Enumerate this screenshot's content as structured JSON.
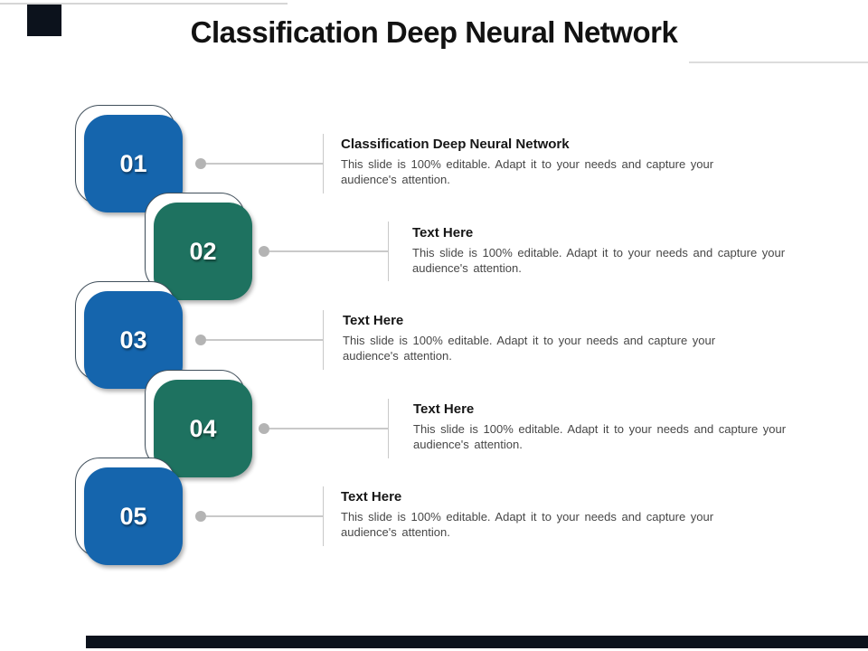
{
  "title": "Classification Deep Neural Network",
  "colors": {
    "blue": "#1565ad",
    "teal": "#1e7260",
    "outline": "#41505c",
    "connector": "#c9c9c9",
    "dot": "#b4b4b4",
    "frame_mark": "#0c121c"
  },
  "steps": [
    {
      "number": "01",
      "accent": "blue",
      "heading": "Classification Deep Neural Network",
      "body": "This slide is 100% editable. Adapt it to your needs and capture your\naudience's attention."
    },
    {
      "number": "02",
      "accent": "teal",
      "heading": "Text Here",
      "body": "This slide is 100% editable. Adapt it to your needs and capture your\naudience's attention."
    },
    {
      "number": "03",
      "accent": "blue",
      "heading": "Text Here",
      "body": "This slide is 100% editable. Adapt it to your needs and capture your\naudience's attention."
    },
    {
      "number": "04",
      "accent": "teal",
      "heading": "Text Here",
      "body": "This slide is 100% editable. Adapt it to your needs and capture your\naudience's attention."
    },
    {
      "number": "05",
      "accent": "blue",
      "heading": "Text Here",
      "body": "This slide is 100% editable. Adapt it to your needs and capture your\naudience's attention."
    }
  ]
}
